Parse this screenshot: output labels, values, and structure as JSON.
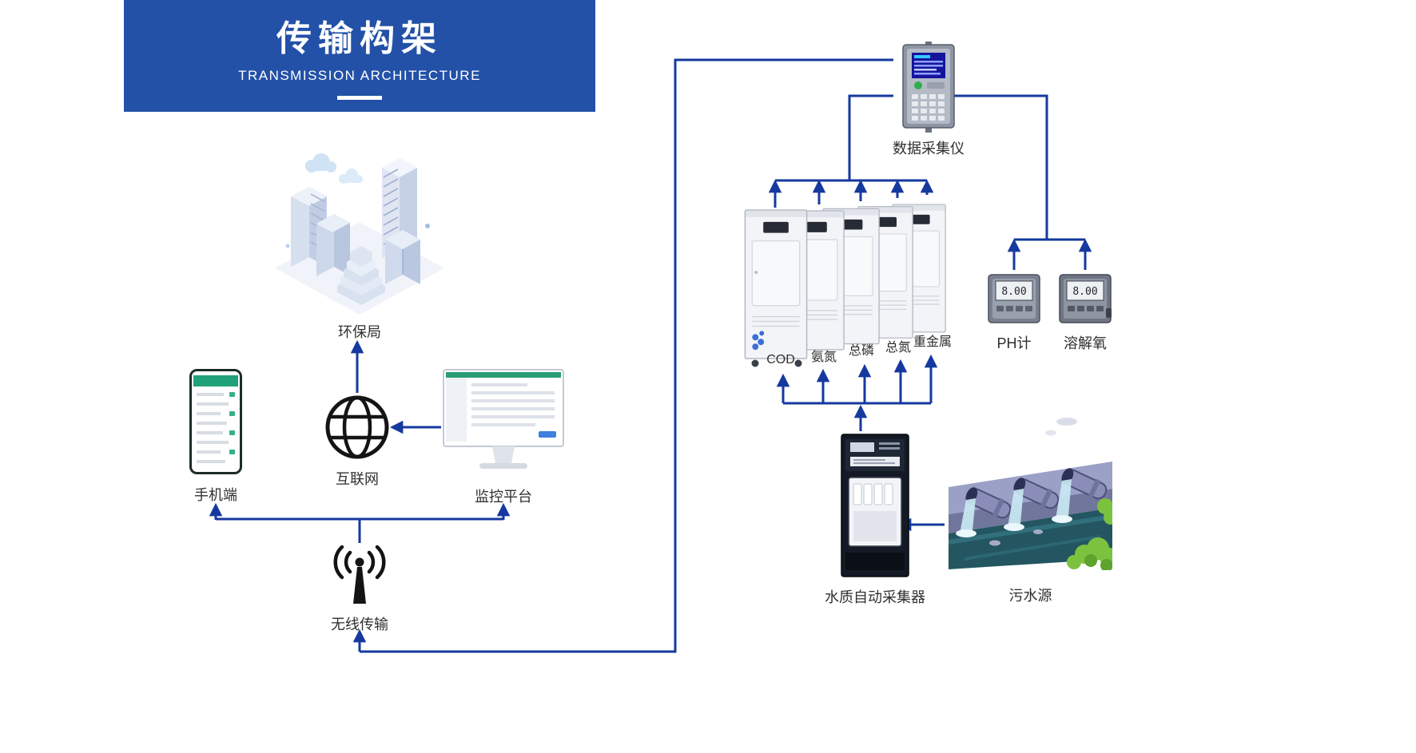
{
  "header": {
    "title": "传输构架",
    "subtitle": "TRANSMISSION ARCHITECTURE"
  },
  "nodes": {
    "epa": {
      "label": "环保局"
    },
    "mobile": {
      "label": "手机端"
    },
    "internet": {
      "label": "互联网"
    },
    "platform": {
      "label": "监控平台"
    },
    "wireless": {
      "label": "无线传输"
    },
    "collector": {
      "label": "数据采集仪"
    },
    "analyzers": [
      {
        "label": "COD"
      },
      {
        "label": "氨氮"
      },
      {
        "label": "总磷"
      },
      {
        "label": "总氮"
      },
      {
        "label": "重金属"
      }
    ],
    "ph_meter": {
      "label": "PH计",
      "reading": "8.00"
    },
    "do_meter": {
      "label": "溶解氧",
      "reading": "8.00"
    },
    "sampler": {
      "label": "水质自动采集器"
    },
    "sewage": {
      "label": "污水源"
    }
  },
  "colors": {
    "banner": "#2351a8",
    "arrow": "#15399e",
    "text": "#2f2f2f"
  }
}
